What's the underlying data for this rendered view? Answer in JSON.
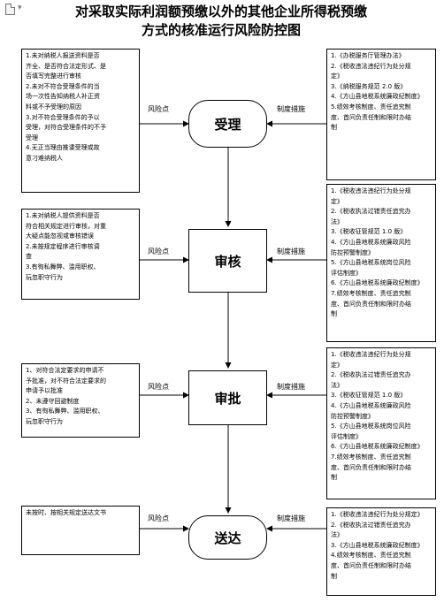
{
  "toolbar": {
    "doc_icon": "document-icon",
    "menu_icon": "dropdown-arrow-icon",
    "menu_glyph": "▾"
  },
  "title": {
    "line1": "对采取实际利润额预缴以外的其他企业所得税预缴",
    "line2": "方式的核准运行风险防控图"
  },
  "labels": {
    "risk": "风险点",
    "measure": "制度措施"
  },
  "stages": [
    {
      "name": "受理",
      "risks": [
        "1.未对纳税人报送资料是否",
        "齐全、是否符合法定形式、是",
        "否填写完整进行审核",
        "2.未对不符合受理条件的当",
        "场一次性告知纳税人补正资",
        "料或不予受理的原因",
        "3.对不符合受理条件的予以",
        "受理，对符合受理条件的不予",
        "受理",
        "4.无正当理由推诿受理或故",
        "意刁难纳税人"
      ],
      "measures": [
        "1.《办税服务厅管理办法》",
        "2.《税收违法违纪行为处分规",
        "定》",
        "3.《纳税服务规范 2.0 版》",
        "4.《方山县地税系统廉政纪制度》",
        "5.绩效考核制度、责任追究制",
        "度、首问负责任制和限时办结",
        "制"
      ]
    },
    {
      "name": "审核",
      "risks": [
        "1.未对纳税人提供资料是否",
        "符合相关规定进行审核，对重",
        "大疑点能忽视或审核错误",
        "2.未按规定程序进行审核调",
        "查",
        "3.有徇私舞弊、滥用职权、",
        "玩忽职守行为"
      ],
      "measures": [
        "1.《税收违法违纪行为处分规",
        "定》",
        "2.《税收执法过错责任追究办",
        "法》",
        "3.《税收征管规范 1.0 版》",
        "4.《方山县地税系统廉政风险",
        "防控预警制度》",
        "5.《方山县地税系统岗位风险",
        "评估制度》",
        "6.《方山县地税系统廉政纪制度》",
        "7.绩效考核制度、责任追究制",
        "度、首问负责任制和限时办结",
        "制"
      ]
    },
    {
      "name": "审批",
      "risks": [
        "1、对符合法定要求的申请不",
        "予批准，对不符合法定要求的",
        "申请予以批准",
        "2、未遵守回避制度",
        "3、有徇私舞弊、滥用职权、",
        "玩忽职守行为"
      ],
      "measures": [
        "1.《税收违法违纪行为处分规",
        "定》",
        "2.《税收执法过错责任追究办",
        "法》",
        "3.《税收征管规范 1.0 版》",
        "4.《方山县地税系统廉政风险",
        "防控预警制度》",
        "5.《方山县地税系统岗位风险",
        "评估制度》",
        "6.《方山县地税系统廉政纪制度》",
        "7.绩效考核制度、责任追究制",
        "度、首问负责任制和限时办结",
        "制"
      ]
    },
    {
      "name": "送达",
      "risks": [
        "未按时、按相关规定送达文书"
      ],
      "measures": [
        "1.《税收违法违纪行为处分规定》",
        "2.《税收执法过错责任追究办",
        "法》",
        "3.《方山县地税系统廉政纪制度》",
        "4.绩效考核制度、责任追究制",
        "度、首问负责任制和限时办结",
        "制"
      ]
    }
  ]
}
